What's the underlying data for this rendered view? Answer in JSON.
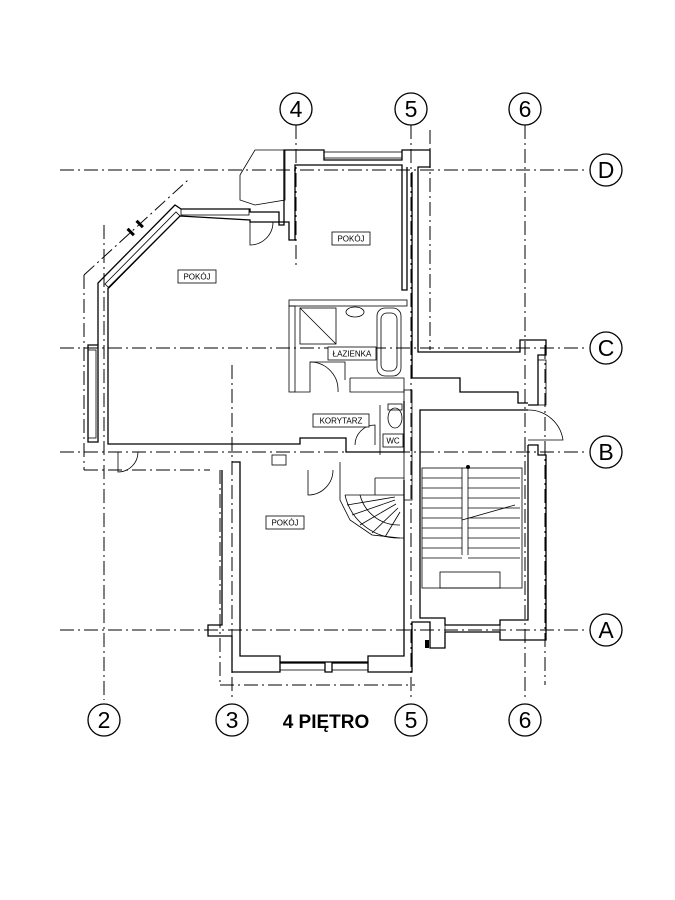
{
  "floor_title": "4 PIĘTRO",
  "grid_axes": {
    "top": [
      "4",
      "5",
      "6"
    ],
    "bottom": [
      "2",
      "3",
      "5",
      "6"
    ],
    "right": [
      "D",
      "C",
      "B",
      "A"
    ]
  },
  "rooms": {
    "pokoj_top": "POKÓJ",
    "pokoj_left": "POKÓJ",
    "lazienka": "ŁAZIENKA",
    "korytarz": "KORYTARZ",
    "wc": "WC",
    "pokoj_bottom": "POKÓJ"
  }
}
